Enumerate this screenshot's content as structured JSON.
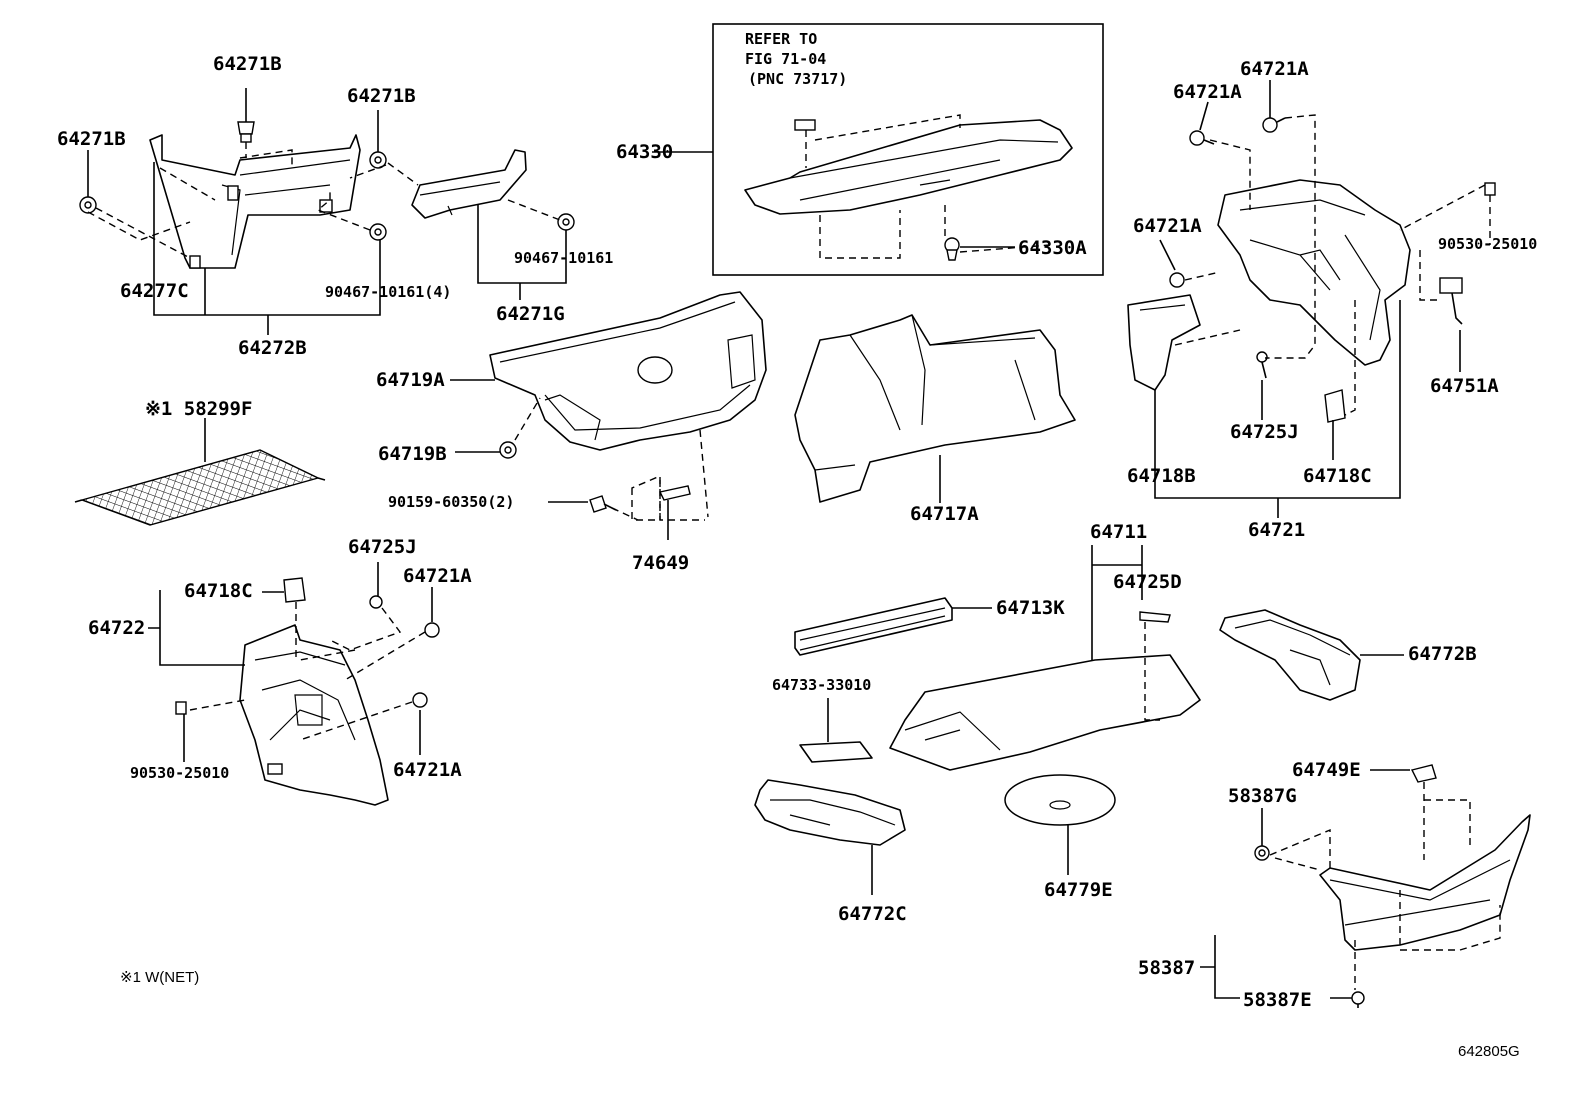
{
  "diagram_code": "642805G",
  "footnote": "※1 W(NET)",
  "refer_note": [
    "REFER TO",
    "FIG 71-04",
    "(PNC 73717)"
  ],
  "labels": {
    "l64271B_a": "64271B",
    "l64271B_b": "64271B",
    "l64271B_c": "64271B",
    "l64277C": "64277C",
    "l90467_4": "90467-10161(4)",
    "l64272B": "64272B",
    "l90467": "90467-10161",
    "l64271G": "64271G",
    "l64330": "64330",
    "l64330A": "64330A",
    "l64719A": "64719A",
    "l64719B": "64719B",
    "l58299F": "※1 58299F",
    "l90159": "90159-60350(2)",
    "l74649": "74649",
    "l64717A": "64717A",
    "l64721A_a": "64721A",
    "l64721A_b": "64721A",
    "l64721A_c": "64721A",
    "l90530_a": "90530-25010",
    "l64751A": "64751A",
    "l64725J_a": "64725J",
    "l64718B": "64718B",
    "l64718C_a": "64718C",
    "l64721": "64721",
    "l64725J_b": "64725J",
    "l64721A_d": "64721A",
    "l64718C_b": "64718C",
    "l64722": "64722",
    "l90530_b": "90530-25010",
    "l64721A_e": "64721A",
    "l64711": "64711",
    "l64725D": "64725D",
    "l64713K": "64713K",
    "l64733": "64733-33010",
    "l64772B": "64772B",
    "l64749E": "64749E",
    "l58387G": "58387G",
    "l64779E": "64779E",
    "l64772C": "64772C",
    "l58387": "58387",
    "l58387E": "58387E"
  }
}
